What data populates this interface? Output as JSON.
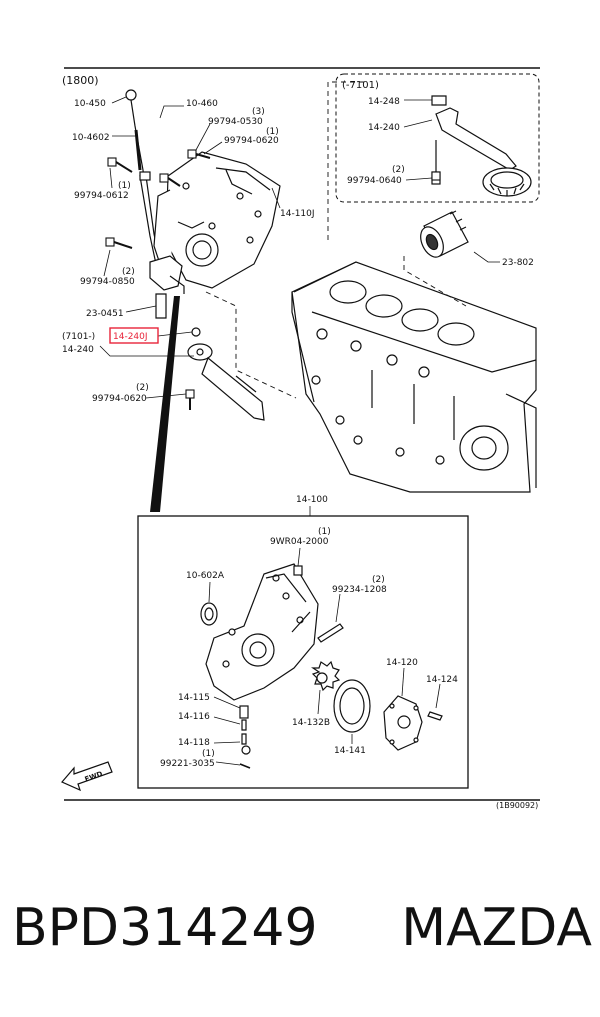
{
  "diagram": {
    "group_code": "(1800)",
    "variant_code": "(-7101)",
    "highlight_color": "#e8243a",
    "doc_code": "(1B90092)",
    "fwd_label": "FWD",
    "labels": {
      "p10_450": "10-450",
      "p10_460": "10-460",
      "p99794_0530_qty": "(3)",
      "p99794_0530": "99794-0530",
      "p99794_0620a_qty": "(1)",
      "p99794_0620a": "99794-0620",
      "p10_4602": "10-4602",
      "p99794_0612_qty": "(1)",
      "p99794_0612": "99794-0612",
      "p14_110j": "14-110J",
      "p99794_0850_qty": "(2)",
      "p99794_0850": "99794-0850",
      "p23_0451": "23-0451",
      "p14_240j_prefix": "(7101-)",
      "p14_240j": "14-240J",
      "p14_240": "14-240",
      "p99794_0620b_qty": "(2)",
      "p99794_0620b": "99794-0620",
      "inset_14_248": "14-248",
      "inset_14_240": "14-240",
      "inset_0640_qty": "(2)",
      "inset_0640": "99794-0640",
      "p23_802": "23-802",
      "p14_100": "14-100",
      "p9wr04_qty": "(1)",
      "p9wr04": "9WR04-2000",
      "p10_602a": "10-602A",
      "p99234_qty": "(2)",
      "p99234": "99234-1208",
      "p14_120": "14-120",
      "p14_124": "14-124",
      "p14_115": "14-115",
      "p14_116": "14-116",
      "p14_132b": "14-132B",
      "p14_141": "14-141",
      "p14_118": "14-118",
      "p99221_qty": "(1)",
      "p99221": "99221-3035"
    }
  },
  "caption": {
    "part_number": "BPD314249",
    "brand": "MAZDA"
  }
}
